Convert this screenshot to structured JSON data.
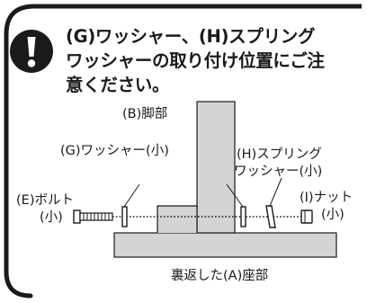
{
  "heading": {
    "line1": "(G)ワッシャー、(H)スプリング",
    "line2": "ワッシャーの取り付け位置にご注",
    "line3": "意ください。"
  },
  "labels": {
    "leg": "(B)脚部",
    "washer": "(G)ワッシャー(小)",
    "spring_line1": "(H)スプリング",
    "spring_line2": "ワッシャー(小)",
    "bolt_line1": "(E)ボルト",
    "bolt_line2": "(小)",
    "nut_line1": "(I)ナット",
    "nut_line2": "(小)",
    "seat": "裏返した(A)座部"
  },
  "colors": {
    "border": "#1a1a1a",
    "part_fill": "#d4d4d4",
    "line": "#1a1a1a",
    "background": "#ffffff"
  },
  "icons": {
    "warning": "exclamation-circle-icon"
  }
}
